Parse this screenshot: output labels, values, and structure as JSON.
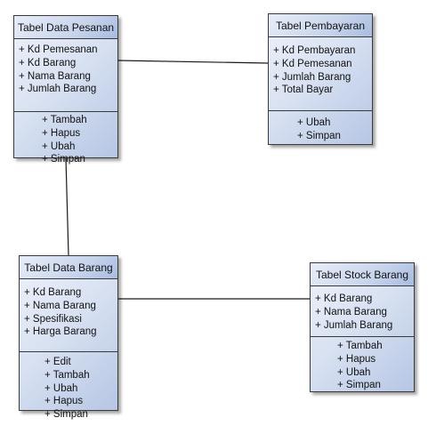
{
  "classes": {
    "pesanan": {
      "title": "Tabel Data Pesanan",
      "attributes": [
        "+ Kd Pemesanan",
        "+ Kd Barang",
        "+ Nama Barang",
        "+ Jumlah Barang"
      ],
      "operations": [
        "+ Tambah",
        "+ Hapus",
        "+ Ubah",
        "+ Simpan"
      ]
    },
    "pembayaran": {
      "title": "Tabel Pembayaran",
      "attributes": [
        "+ Kd Pembayaran",
        "+ Kd Pemesanan",
        "+ Jumlah Barang",
        "+ Total Bayar"
      ],
      "operations": [
        "+ Ubah",
        "+ Simpan"
      ]
    },
    "barang": {
      "title": "Tabel Data Barang",
      "attributes": [
        "+ Kd Barang",
        "+ Nama Barang",
        "+ Spesifikasi",
        "+ Harga Barang"
      ],
      "operations": [
        "+ Edit",
        "+ Tambah",
        "+ Ubah",
        "+ Hapus",
        "+ Simpan"
      ]
    },
    "stock": {
      "title": "Tabel Stock Barang",
      "attributes": [
        "+ Kd Barang",
        "+ Nama Barang",
        "+ Jumlah Barang"
      ],
      "operations": [
        "+ Tambah",
        "+ Hapus",
        "+ Ubah",
        "+ Simpan"
      ]
    }
  },
  "colors": {
    "border": "#3a3a3a",
    "line": "#1a1a1a",
    "box_fill": "#c8d5ec"
  }
}
